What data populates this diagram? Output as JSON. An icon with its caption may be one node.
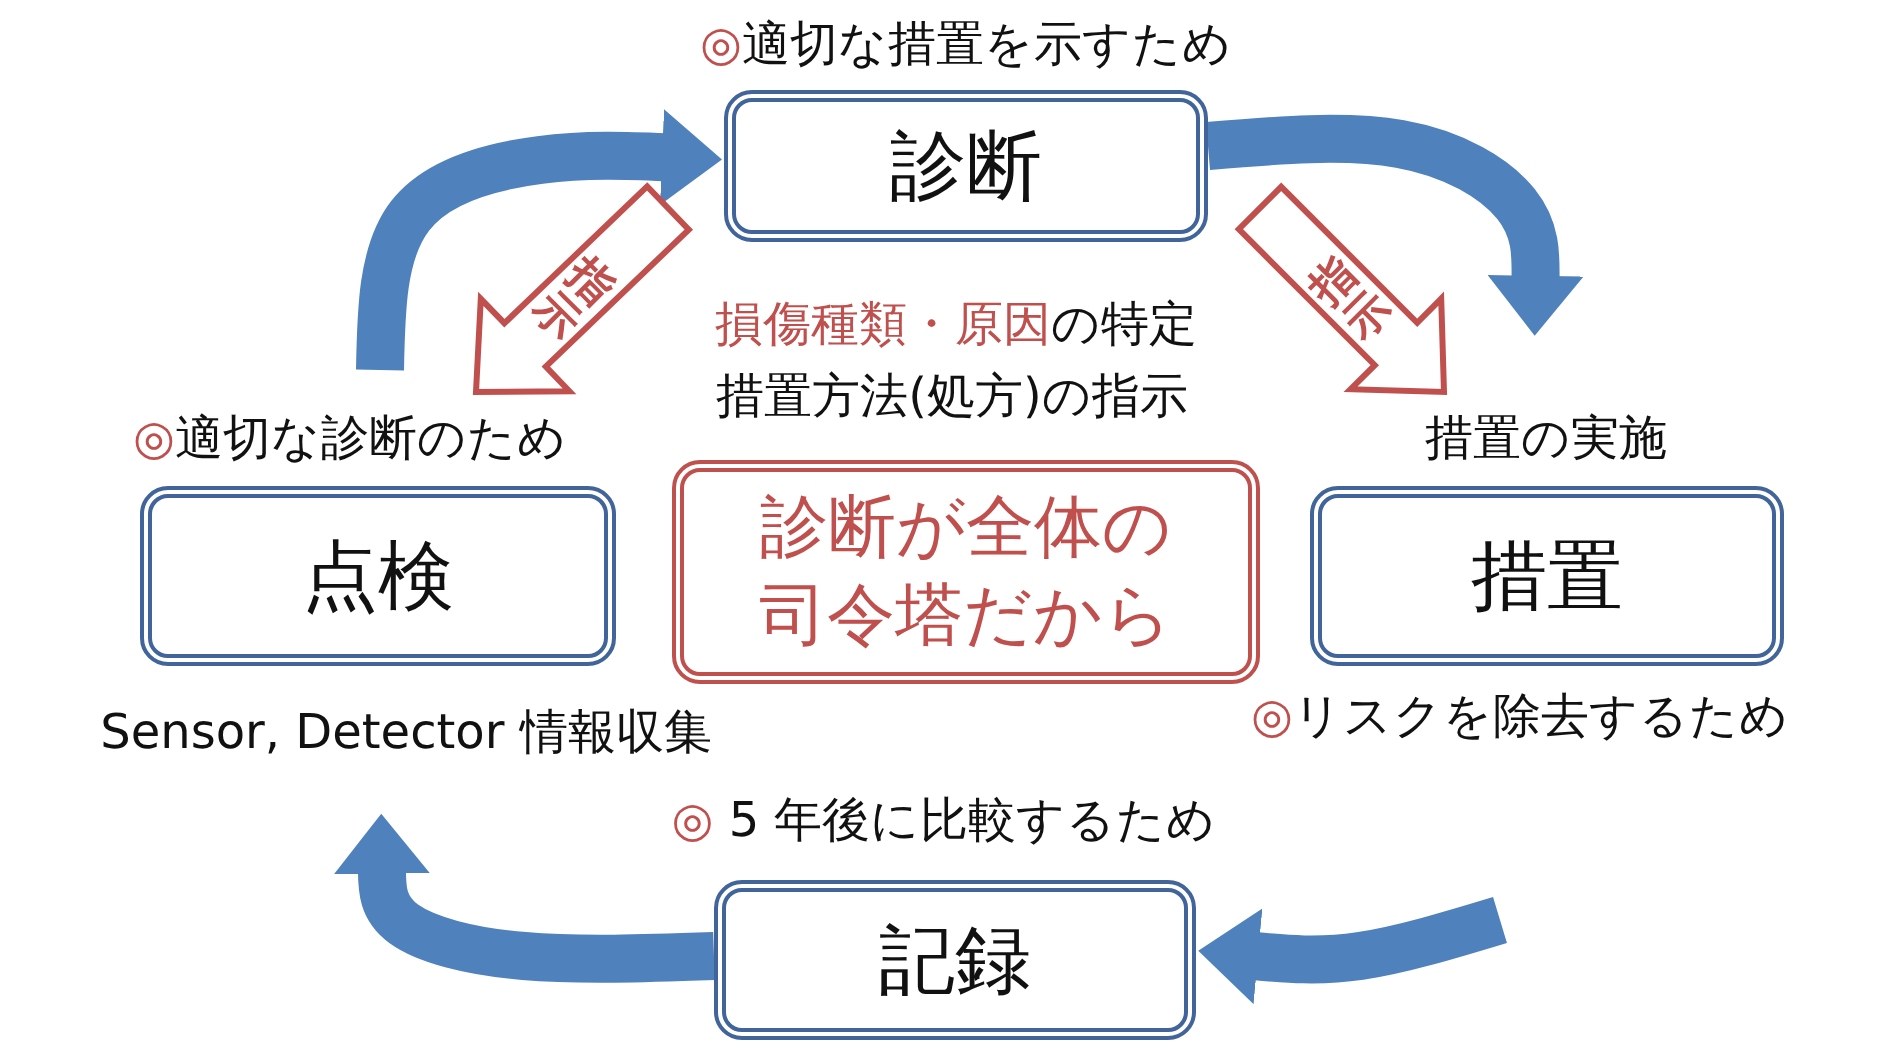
{
  "diagram": {
    "nodes": [
      {
        "text": [
          "診断"
        ],
        "beside": [
          "◎適切な措置を示すため"
        ]
      },
      {
        "text": [
          "措置"
        ],
        "beside": [
          "措置の実施",
          "◎リスクを除去するため"
        ]
      },
      {
        "text": [
          "記録"
        ],
        "beside": [
          "◎ 5 年後に比較するため"
        ]
      },
      {
        "text": [
          "点検"
        ],
        "beside": [
          "◎適切な診断のため",
          "Sensor, Detector 情報収集"
        ]
      },
      {
        "text": [
          "診断が全体の司令塔だから"
        ]
      }
    ],
    "edges": [
      {
        "from": 3,
        "to": 0,
        "arrow": "to"
      },
      {
        "from": 0,
        "to": 1,
        "arrow": "to"
      },
      {
        "from": null,
        "to": 2,
        "arrow": "to"
      },
      {
        "from": 2,
        "to": 3,
        "arrow": "to"
      },
      {
        "from": 0,
        "to": 3,
        "arrow": "to",
        "label": "指示",
        "color": "#c0504d"
      },
      {
        "from": 0,
        "to": 1,
        "arrow": "to",
        "label": "指示",
        "color": "#c0504d"
      }
    ],
    "labels": [
      "損傷種類・原因",
      "の特定",
      "措置方法(処方)の指示"
    ]
  }
}
